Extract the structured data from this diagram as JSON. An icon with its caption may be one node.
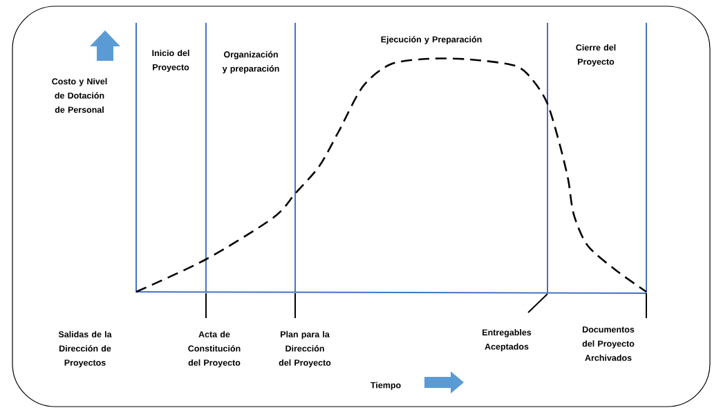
{
  "diagram": {
    "labels": [
      "Costo y Nivel de Dotación de Personal",
      "Inicio del Proyecto",
      "Organización y preparación",
      "Ejecución y Preparación",
      "Cierre del Proyecto",
      "Salidas de la Dirección de Proyectos",
      "Acta de Constitución del Proyecto",
      "Plan para la Dirección del Proyecto",
      "Entregables Aceptados",
      "Documentos del Proyecto Archivados",
      "Tiempo"
    ]
  }
}
